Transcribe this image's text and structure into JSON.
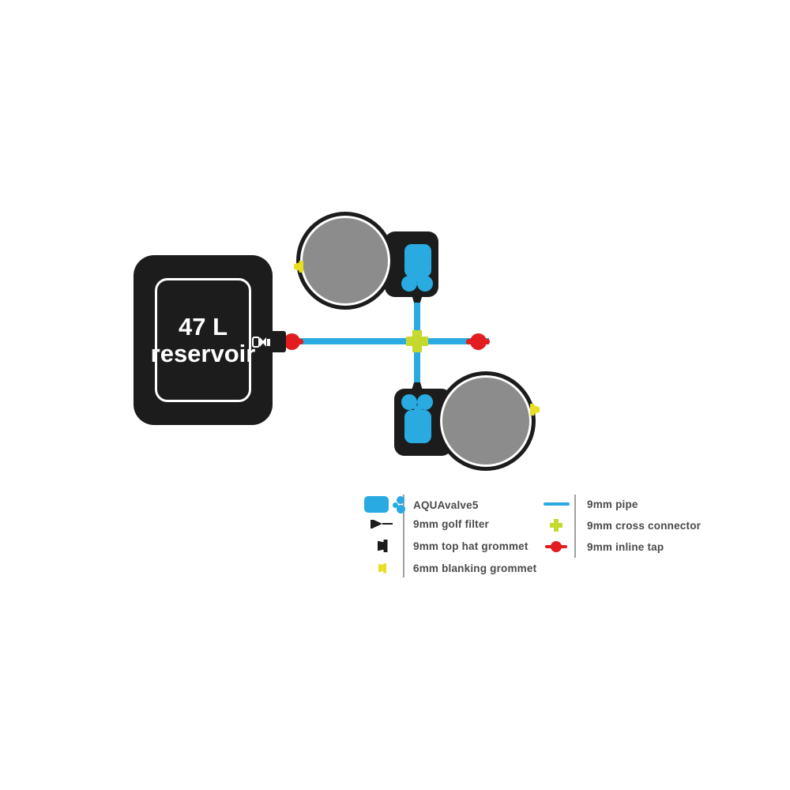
{
  "reservoir": {
    "capacity": "47 L",
    "label": "reservoir"
  },
  "legend": {
    "left": [
      {
        "icon": "aquavalve-icon",
        "label": "AQUAvalve5"
      },
      {
        "icon": "golf-filter-icon",
        "label": "9mm golf filter"
      },
      {
        "icon": "top-hat-grommet-icon",
        "label": "9mm top hat grommet"
      },
      {
        "icon": "blanking-grommet-icon",
        "label": "6mm blanking grommet"
      }
    ],
    "right": [
      {
        "icon": "pipe-icon",
        "label": "9mm pipe"
      },
      {
        "icon": "cross-connector-icon",
        "label": "9mm cross connector"
      },
      {
        "icon": "inline-tap-icon",
        "label": "9mm inline tap"
      }
    ]
  },
  "colors": {
    "pipe_blue": "#29abe2",
    "cross_yellow_green": "#c5d82d",
    "tap_red": "#e31d1f",
    "blanking_yellow": "#e7df1f",
    "component_black": "#1c1c1c",
    "pot_gray": "#8c8c8c",
    "legend_text": "#4a4a4c"
  }
}
